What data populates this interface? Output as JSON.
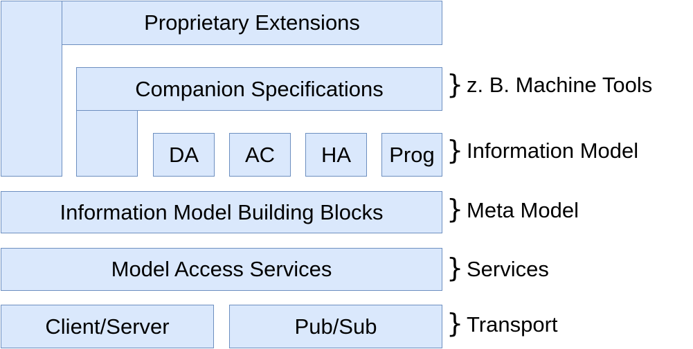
{
  "diagram": {
    "proprietary": "Proprietary Extensions",
    "companion": "Companion Specifications",
    "da": "DA",
    "ac": "AC",
    "ha": "HA",
    "prog": "Prog",
    "building_blocks": "Information Model Building Blocks",
    "access_services": "Model Access Services",
    "client_server": "Client/Server",
    "pub_sub": "Pub/Sub"
  },
  "layers": {
    "machine_tools": "z. B. Machine Tools",
    "information_model": "Information Model",
    "meta_model": "Meta Model",
    "services": "Services",
    "transport": "Transport",
    "brace": "}"
  },
  "colors": {
    "box_fill": "#dae8fc",
    "box_border": "#6c8ebf"
  }
}
